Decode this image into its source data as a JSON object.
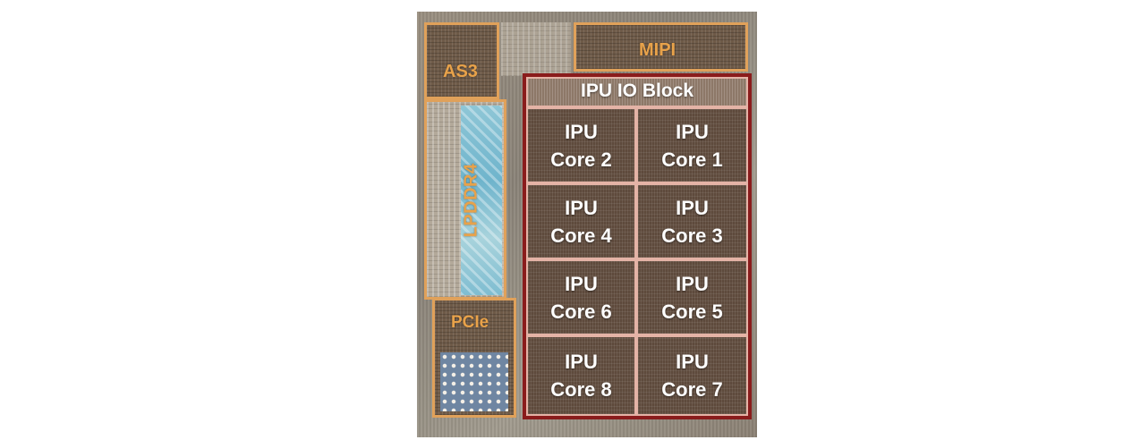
{
  "die": {
    "labels": {
      "as3": "AS3",
      "mipi": "MIPI",
      "lpddr4": "LPDDR4",
      "pcie": "PCIe",
      "ipu_io_block": "IPU IO Block"
    },
    "cores": [
      {
        "line1": "IPU",
        "line2": "Core 2"
      },
      {
        "line1": "IPU",
        "line2": "Core 1"
      },
      {
        "line1": "IPU",
        "line2": "Core 4"
      },
      {
        "line1": "IPU",
        "line2": "Core 3"
      },
      {
        "line1": "IPU",
        "line2": "Core 6"
      },
      {
        "line1": "IPU",
        "line2": "Core 5"
      },
      {
        "line1": "IPU",
        "line2": "Core 8"
      },
      {
        "line1": "IPU",
        "line2": "Core 7"
      }
    ],
    "colors": {
      "region_outline": "#e0a15a",
      "region_label": "#e8a24a",
      "ipu_frame": "#8a1c1c",
      "ipu_divider": "#e4b3a6",
      "ipu_text": "#ffffff"
    }
  }
}
